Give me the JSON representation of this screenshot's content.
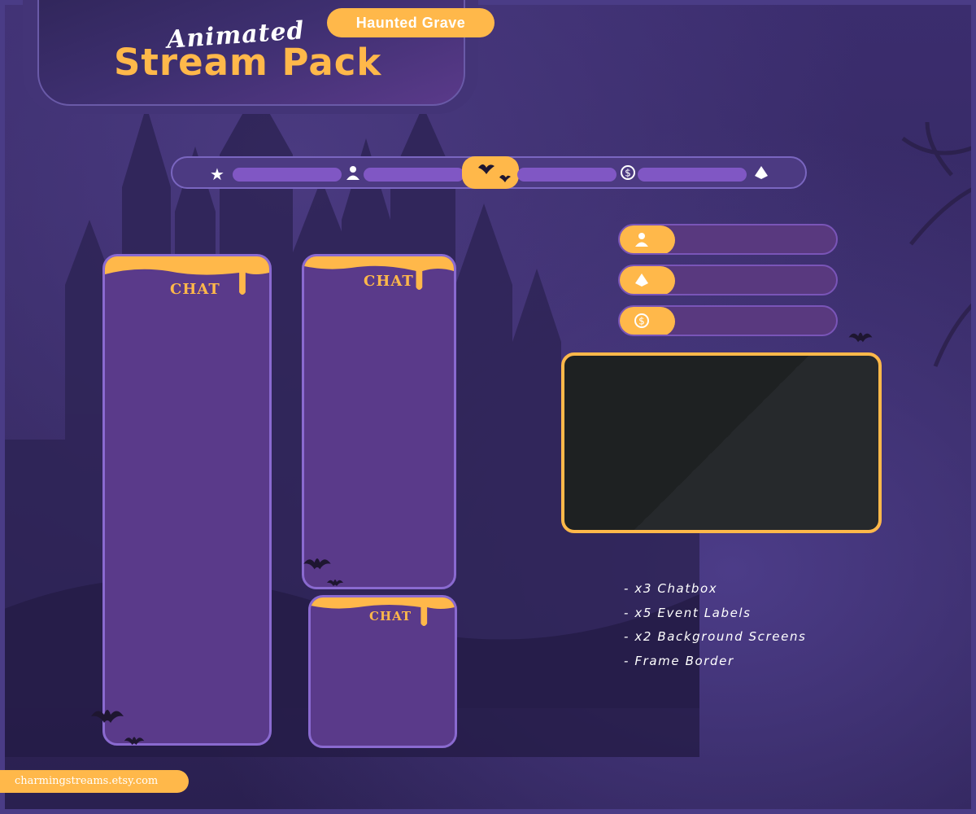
{
  "title": {
    "script_text": "Animated",
    "main_text": "Stream Pack",
    "badge_text": "Haunted Grave"
  },
  "goal_bar": {
    "icons": [
      "star-icon",
      "user-icon",
      "bat-icon",
      "dollar-icon",
      "diamond-icon"
    ]
  },
  "event_labels": [
    {
      "icon": "user-icon"
    },
    {
      "icon": "diamond-icon"
    },
    {
      "icon": "dollar-icon"
    }
  ],
  "chatboxes": [
    {
      "title": "CHAT"
    },
    {
      "title": "CHAT"
    },
    {
      "title": "CHAT"
    }
  ],
  "features": [
    "- x3 Chatbox",
    "- x5 Event Labels",
    "- x2 Background Screens",
    "- Frame Border"
  ],
  "footer": {
    "url_text": "charmingstreams.etsy.com"
  },
  "colors": {
    "accent": "#ffb84a",
    "panel": "#5a3a8a",
    "background": "#3a2a66",
    "screen": "#1e2122"
  }
}
